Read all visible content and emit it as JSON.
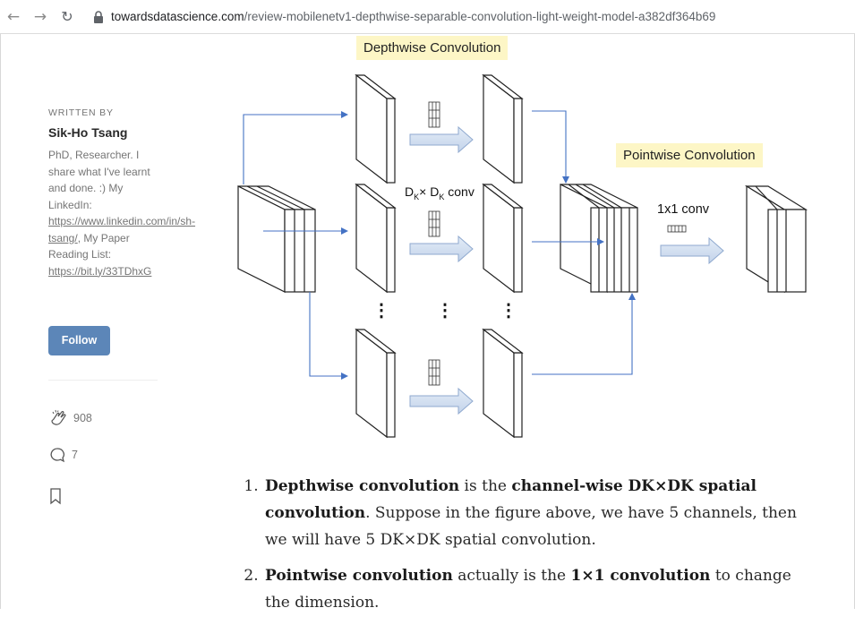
{
  "browser": {
    "back_icon": "arrow-left-icon",
    "forward_icon": "arrow-right-icon",
    "reload_icon": "reload-icon",
    "url_host": "towardsdatascience.com",
    "url_path": "/review-mobilenetv1-depthwise-separable-convolution-light-weight-model-a382df364b69"
  },
  "sidebar": {
    "written_by": "WRITTEN BY",
    "author": "Sik-Ho Tsang",
    "bio_1": "PhD, Researcher. I share what I've learnt and done. :) My LinkedIn: ",
    "link_linkedin": "https://www.linkedin.com/in/sh-tsang/",
    "bio_2": ", My Paper Reading List: ",
    "link_list": "https://bit.ly/33TDhxG",
    "follow": "Follow",
    "claps": "908",
    "responses": "7"
  },
  "diagram": {
    "depthwise_label": "Depthwise Convolution",
    "pointwise_label": "Pointwise Convolution",
    "dk_d": "D",
    "dk_sub": "K",
    "dk_x": "× ",
    "dk_conv": " conv",
    "one_by_one": "1x1 conv",
    "dots": "⋮"
  },
  "article": {
    "item1": {
      "b1": "Depthwise convolution",
      "t1": " is the ",
      "b2": "channel-wise DK×DK spatial convolution",
      "t2": ". Suppose in the figure above, we have 5 channels, then we will have 5 DK×DK spatial convolution."
    },
    "item2": {
      "b1": "Pointwise convolution",
      "t1": " actually is the ",
      "b2": "1×1 convolution",
      "t2": " to change the dimension."
    }
  },
  "colors": {
    "accent": "#5c86b8",
    "arrow": "#4472c4",
    "highlight": "#fdf6c6"
  }
}
